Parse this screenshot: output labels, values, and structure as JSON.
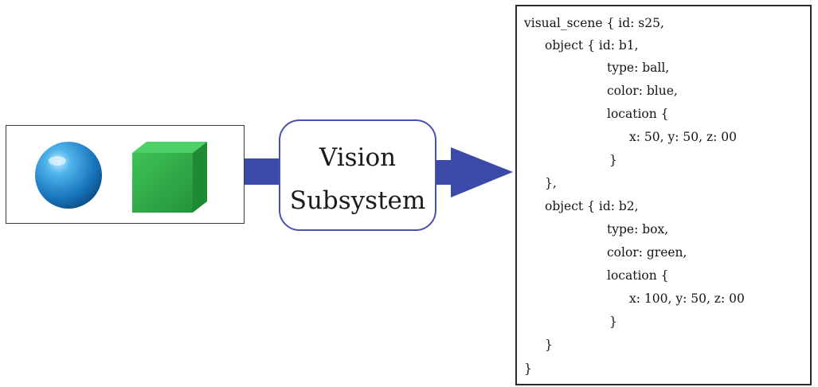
{
  "vision": {
    "line1": "Vision",
    "line2": "Subsystem"
  },
  "colors": {
    "arrow": "#3b4aa8",
    "vision_border": "#4a4fb0",
    "ball": "#2a8fd0",
    "box": "#2fae45"
  },
  "code": {
    "lines": [
      "visual_scene { id: s25,",
      "object { id: b1,",
      "type: ball,",
      "color: blue,",
      "location {",
      "x: 50, y: 50, z: 00",
      "}",
      "},",
      "object { id: b2,",
      "type: box,",
      "color: green,",
      "location {",
      "x: 100, y: 50, z: 00",
      "}",
      "}",
      "}"
    ]
  }
}
